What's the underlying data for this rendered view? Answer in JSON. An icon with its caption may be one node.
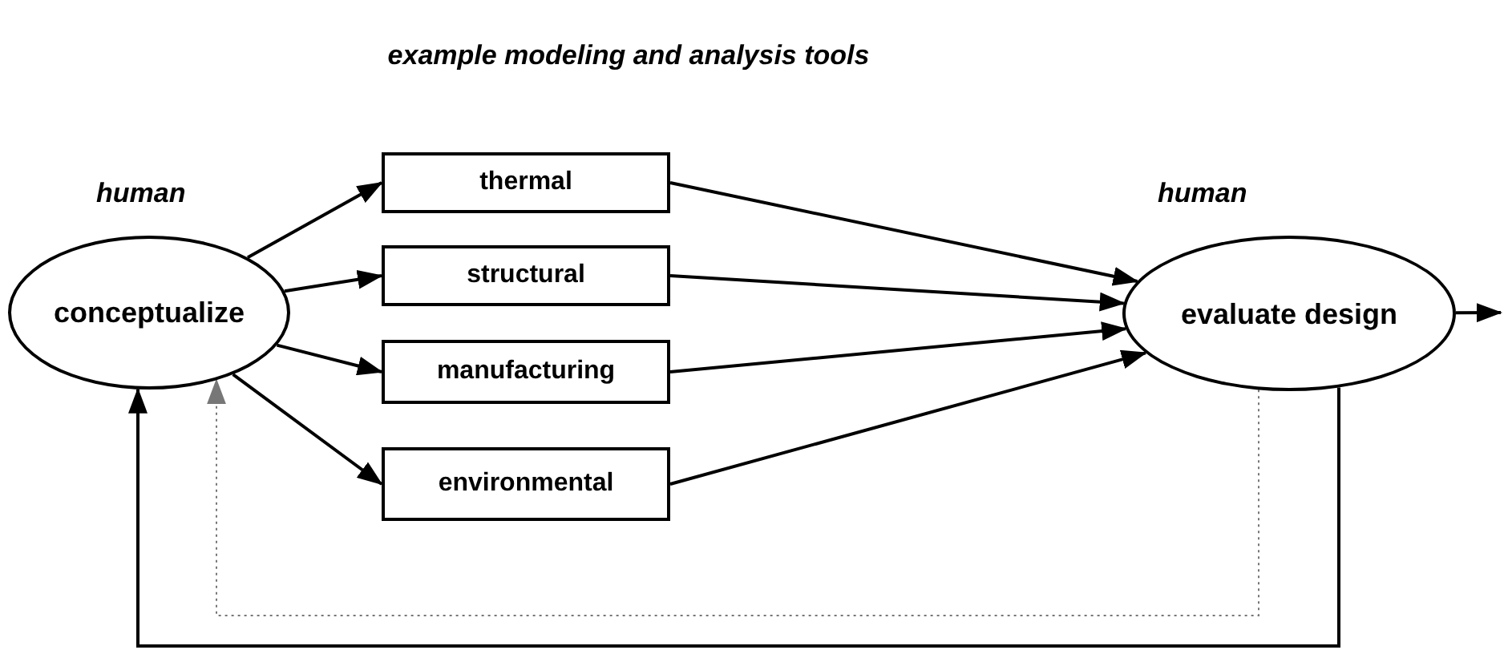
{
  "diagram": {
    "title": "example modeling and analysis tools",
    "nodes": [
      {
        "text": [
          "conceptualize"
        ],
        "beside": [
          "human"
        ]
      },
      {
        "text": [
          "thermal"
        ]
      },
      {
        "text": [
          "structural"
        ]
      },
      {
        "text": [
          "manufacturing"
        ]
      },
      {
        "text": [
          "environmental"
        ]
      },
      {
        "text": [
          "evaluate design"
        ],
        "beside": [
          "human"
        ]
      }
    ],
    "edges": [
      {
        "from": 0,
        "to": 1,
        "arrow": "to"
      },
      {
        "from": 0,
        "to": 2,
        "arrow": "to"
      },
      {
        "from": 0,
        "to": 3,
        "arrow": "to"
      },
      {
        "from": 0,
        "to": 4,
        "arrow": "to"
      },
      {
        "from": 1,
        "to": 5,
        "arrow": "to"
      },
      {
        "from": 2,
        "to": 5,
        "arrow": "to"
      },
      {
        "from": 3,
        "to": 5,
        "arrow": "to"
      },
      {
        "from": 4,
        "to": 5,
        "arrow": "to"
      },
      {
        "from": 5,
        "to": null,
        "arrow": "to"
      },
      {
        "from": 5,
        "to": 0,
        "arrow": "to"
      },
      {
        "from": 5,
        "to": 0,
        "arrow": "to",
        "style": "dashed",
        "color": "#777777"
      }
    ]
  }
}
